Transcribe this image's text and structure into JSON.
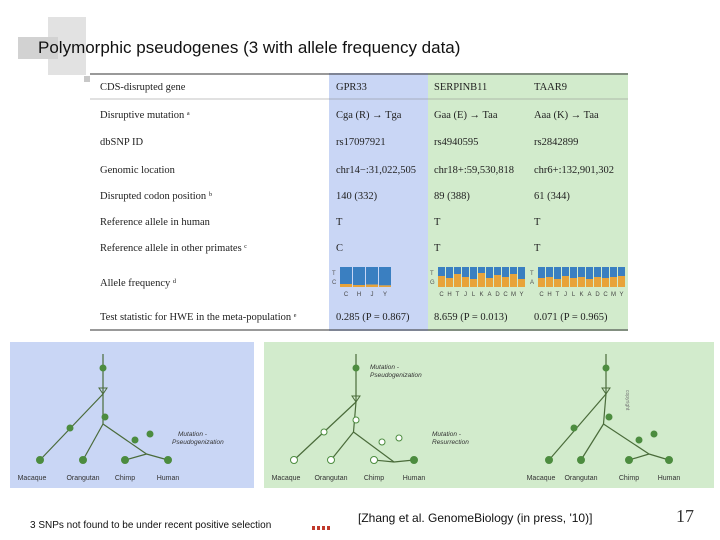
{
  "title": "Polymorphic pseudogenes (3 with allele frequency data)",
  "table": {
    "rows": [
      {
        "label": "CDS-disrupted gene",
        "values": [
          "GPR33",
          "SERPINB11",
          "TAAR9"
        ]
      },
      {
        "label": "Disruptive mutation ᵃ",
        "values": [
          "Cga (R) → Tga",
          "Gaa (E) → Taa",
          "Aaa (K) → Taa"
        ]
      },
      {
        "label": "dbSNP ID",
        "values": [
          "rs17097921",
          "rs4940595",
          "rs2842899"
        ]
      },
      {
        "label": "Genomic location",
        "values": [
          "chr14−:31,022,505",
          "chr18+:59,530,818",
          "chr6+:132,901,302"
        ]
      },
      {
        "label": "Disrupted codon position ᵇ",
        "values": [
          "140 (332)",
          "89 (388)",
          "61 (344)"
        ]
      },
      {
        "label": "Reference allele in human",
        "values": [
          "T",
          "T",
          "T"
        ]
      },
      {
        "label": "Reference allele in other primates ᶜ",
        "values": [
          "C",
          "T",
          "T"
        ]
      },
      {
        "label": "Allele frequency ᵈ",
        "values": [
          "",
          "",
          ""
        ]
      },
      {
        "label": "Test statistic for HWE in the meta-population ᵉ",
        "values": [
          "0.285 (P = 0.867)",
          "8.659 (P = 0.013)",
          "0.071 (P = 0.965)"
        ]
      }
    ],
    "allele_frequency": [
      {
        "alleles": [
          "T",
          "C"
        ],
        "pops": [
          "C",
          "H",
          "J",
          "Y"
        ],
        "fractions": [
          0.85,
          0.9,
          0.88,
          0.92
        ]
      },
      {
        "alleles": [
          "T",
          "G"
        ],
        "pops": [
          "C",
          "H",
          "T",
          "J",
          "L",
          "K",
          "A",
          "D",
          "C",
          "M",
          "Y"
        ],
        "fractions": [
          0.45,
          0.55,
          0.35,
          0.5,
          0.6,
          0.3,
          0.55,
          0.4,
          0.5,
          0.35,
          0.6
        ]
      },
      {
        "alleles": [
          "T",
          "A"
        ],
        "pops": [
          "C",
          "H",
          "T",
          "J",
          "L",
          "K",
          "A",
          "D",
          "C",
          "M",
          "Y"
        ],
        "fractions": [
          0.55,
          0.5,
          0.6,
          0.45,
          0.55,
          0.5,
          0.6,
          0.5,
          0.55,
          0.5,
          0.45
        ]
      }
    ],
    "colors": {
      "col1_bg": "#c9d6f5",
      "col23_bg": "#d2ebcc",
      "bar_blue": "#3a7fc1",
      "bar_orange": "#e8a33a"
    }
  },
  "trees": [
    {
      "labels": [
        "Macaque",
        "Orangutan",
        "Chimp",
        "Human"
      ],
      "annotations": [
        "Mutation -",
        "Pseudogenization"
      ],
      "bg": "#c9d6f5"
    },
    {
      "labels": [
        "Macaque",
        "Orangutan",
        "Chimp",
        "Human"
      ],
      "annotations": [
        "Mutation -",
        "Pseudogenization",
        "Mutation -",
        "Resurrection"
      ],
      "bg": "#d2ebcc"
    },
    {
      "labels": [
        "Macaque",
        "Orangutan",
        "Chimp",
        "Human"
      ],
      "annotations": [],
      "bg": "#d2ebcc"
    }
  ],
  "footer": {
    "note": "3 SNPs not found to be under recent positive selection",
    "citation": "[Zhang et al. GenomeBiology (in press, '10)]",
    "page": "17"
  }
}
